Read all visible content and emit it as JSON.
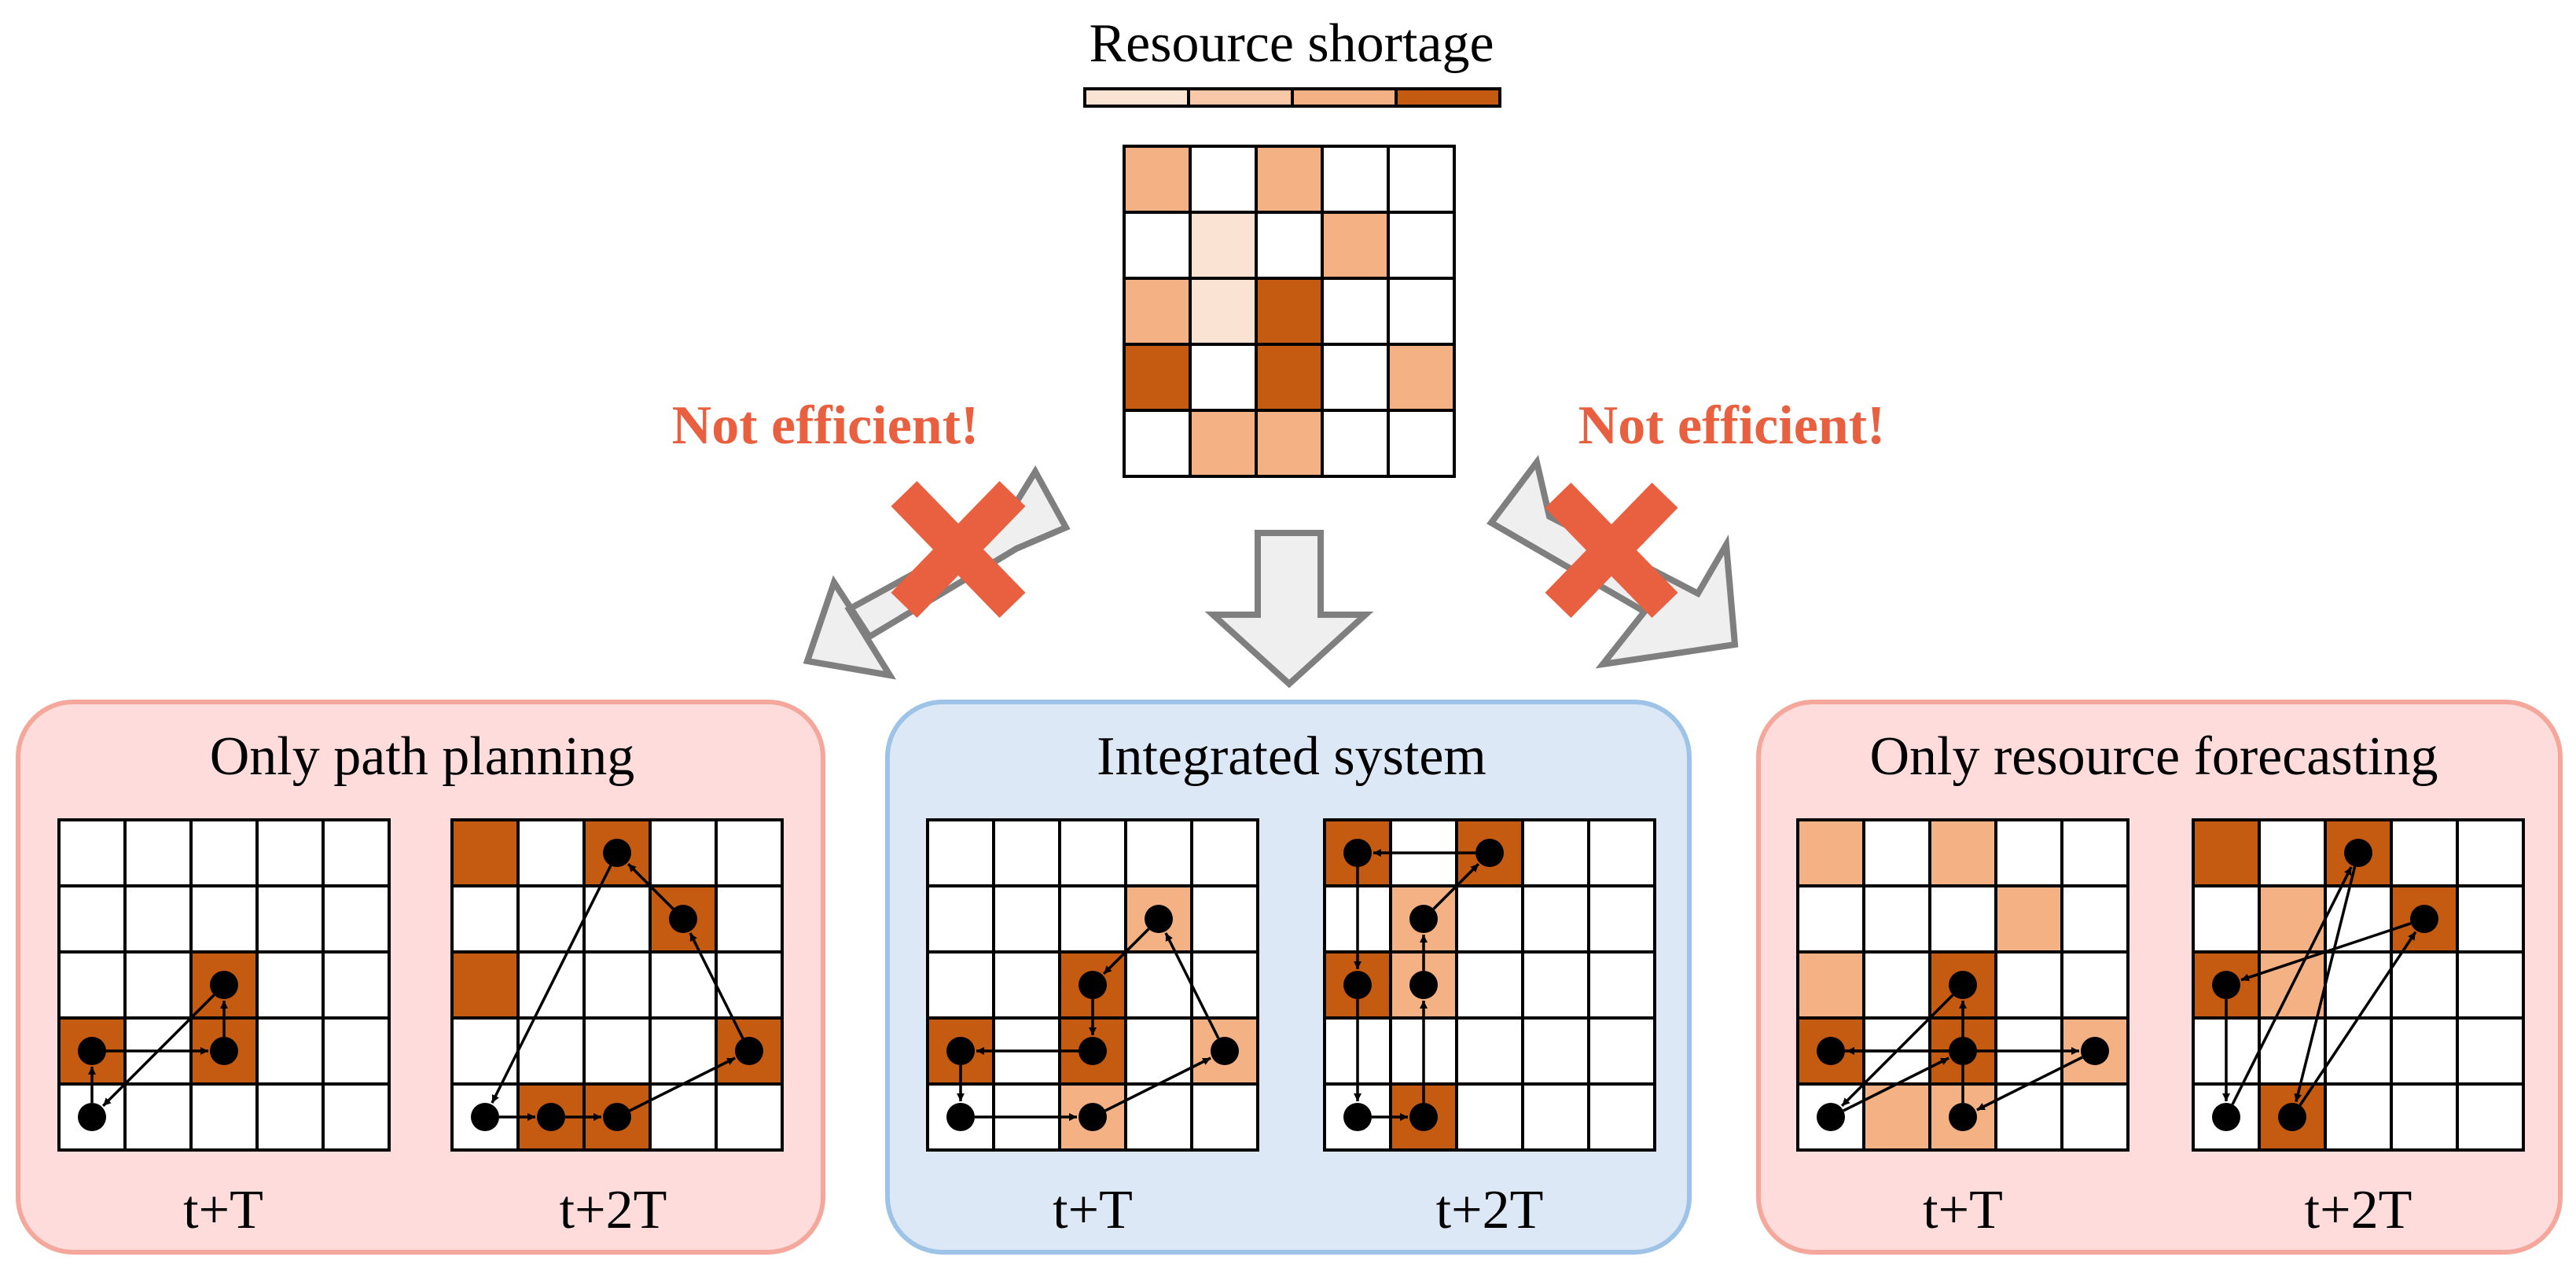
{
  "legend": {
    "title": "Resource shortage",
    "levels": [
      "#fbe3d4",
      "#f9c8a8",
      "#f4b183",
      "#c55a11"
    ]
  },
  "warnings": {
    "left": "Not efficient!",
    "right": "Not efficient!"
  },
  "colors": {
    "panel_red_fill": "#fddcdb",
    "panel_red_stroke": "#f4a79a",
    "panel_blue_fill": "#dde8f6",
    "panel_blue_stroke": "#9dc3e6",
    "arrow_fill": "#efefef",
    "arrow_stroke": "#7f7f7f",
    "cross": "#e8603f",
    "node": "#000000"
  },
  "top_grid": [
    [
      3,
      0,
      3,
      0,
      0
    ],
    [
      0,
      1,
      0,
      3,
      0
    ],
    [
      3,
      1,
      4,
      0,
      0
    ],
    [
      4,
      0,
      4,
      0,
      3
    ],
    [
      0,
      3,
      3,
      0,
      0
    ]
  ],
  "panels": [
    {
      "title": "Only path planning",
      "style": "red",
      "grids": [
        {
          "label": "t+T",
          "cells": [
            [
              0,
              0,
              0,
              0,
              0
            ],
            [
              0,
              0,
              0,
              0,
              0
            ],
            [
              0,
              0,
              4,
              0,
              0
            ],
            [
              4,
              0,
              4,
              0,
              0
            ],
            [
              0,
              0,
              0,
              0,
              0
            ]
          ],
          "nodes": [
            [
              0,
              4
            ],
            [
              0,
              3
            ],
            [
              2,
              3
            ],
            [
              2,
              2
            ]
          ],
          "arrows": [
            [
              0,
              1
            ],
            [
              1,
              2
            ],
            [
              2,
              3
            ],
            [
              3,
              0
            ]
          ]
        },
        {
          "label": "t+2T",
          "cells": [
            [
              4,
              0,
              4,
              0,
              0
            ],
            [
              0,
              0,
              0,
              4,
              0
            ],
            [
              4,
              0,
              0,
              0,
              0
            ],
            [
              0,
              0,
              0,
              0,
              4
            ],
            [
              0,
              4,
              4,
              0,
              0
            ]
          ],
          "nodes": [
            [
              0,
              4
            ],
            [
              1,
              4
            ],
            [
              2,
              4
            ],
            [
              4,
              3
            ],
            [
              3,
              1
            ],
            [
              2,
              0
            ]
          ],
          "arrows": [
            [
              0,
              1
            ],
            [
              1,
              2
            ],
            [
              2,
              3
            ],
            [
              3,
              4
            ],
            [
              4,
              5
            ],
            [
              5,
              0
            ]
          ]
        }
      ]
    },
    {
      "title": "Integrated system",
      "style": "blue",
      "grids": [
        {
          "label": "t+T",
          "cells": [
            [
              0,
              0,
              0,
              0,
              0
            ],
            [
              0,
              0,
              0,
              3,
              0
            ],
            [
              0,
              0,
              4,
              0,
              0
            ],
            [
              4,
              0,
              4,
              0,
              3
            ],
            [
              0,
              0,
              3,
              0,
              0
            ]
          ],
          "nodes": [
            [
              0,
              4
            ],
            [
              2,
              4
            ],
            [
              4,
              3
            ],
            [
              3,
              1
            ],
            [
              2,
              2
            ],
            [
              2,
              3
            ],
            [
              0,
              3
            ]
          ],
          "arrows": [
            [
              0,
              1
            ],
            [
              1,
              2
            ],
            [
              2,
              3
            ],
            [
              3,
              4
            ],
            [
              4,
              5
            ],
            [
              5,
              6
            ],
            [
              6,
              0
            ]
          ]
        },
        {
          "label": "t+2T",
          "cells": [
            [
              4,
              0,
              4,
              0,
              0
            ],
            [
              0,
              3,
              0,
              0,
              0
            ],
            [
              4,
              3,
              0,
              0,
              0
            ],
            [
              0,
              0,
              0,
              0,
              0
            ],
            [
              0,
              4,
              0,
              0,
              0
            ]
          ],
          "nodes": [
            [
              0,
              4
            ],
            [
              1,
              4
            ],
            [
              1,
              2
            ],
            [
              1,
              1
            ],
            [
              2,
              0
            ],
            [
              0,
              0
            ],
            [
              0,
              2
            ]
          ],
          "arrows": [
            [
              0,
              1
            ],
            [
              1,
              2
            ],
            [
              2,
              3
            ],
            [
              3,
              4
            ],
            [
              4,
              5
            ],
            [
              5,
              6
            ],
            [
              6,
              0
            ]
          ]
        }
      ]
    },
    {
      "title": "Only resource forecasting",
      "style": "red",
      "grids": [
        {
          "label": "t+T",
          "cells": [
            [
              3,
              0,
              3,
              0,
              0
            ],
            [
              0,
              0,
              0,
              3,
              0
            ],
            [
              3,
              0,
              4,
              0,
              0
            ],
            [
              4,
              0,
              4,
              0,
              3
            ],
            [
              0,
              3,
              3,
              0,
              0
            ]
          ],
          "nodes": [
            [
              0,
              4
            ],
            [
              2,
              3
            ],
            [
              0,
              3
            ],
            [
              2,
              2
            ],
            [
              4,
              3
            ],
            [
              2,
              4
            ]
          ],
          "arrows": [
            [
              0,
              1
            ],
            [
              1,
              2
            ],
            [
              2,
              4
            ],
            [
              4,
              5
            ],
            [
              5,
              3
            ],
            [
              3,
              0
            ]
          ]
        },
        {
          "label": "t+2T",
          "cells": [
            [
              4,
              0,
              4,
              0,
              0
            ],
            [
              0,
              3,
              0,
              4,
              0
            ],
            [
              4,
              3,
              0,
              0,
              0
            ],
            [
              0,
              0,
              0,
              0,
              0
            ],
            [
              0,
              4,
              0,
              0,
              0
            ]
          ],
          "nodes": [
            [
              0,
              4
            ],
            [
              1,
              4
            ],
            [
              2,
              0
            ],
            [
              3,
              1
            ],
            [
              0,
              2
            ]
          ],
          "arrows": [
            [
              0,
              2
            ],
            [
              2,
              1
            ],
            [
              1,
              3
            ],
            [
              3,
              4
            ],
            [
              4,
              0
            ]
          ]
        }
      ]
    }
  ]
}
